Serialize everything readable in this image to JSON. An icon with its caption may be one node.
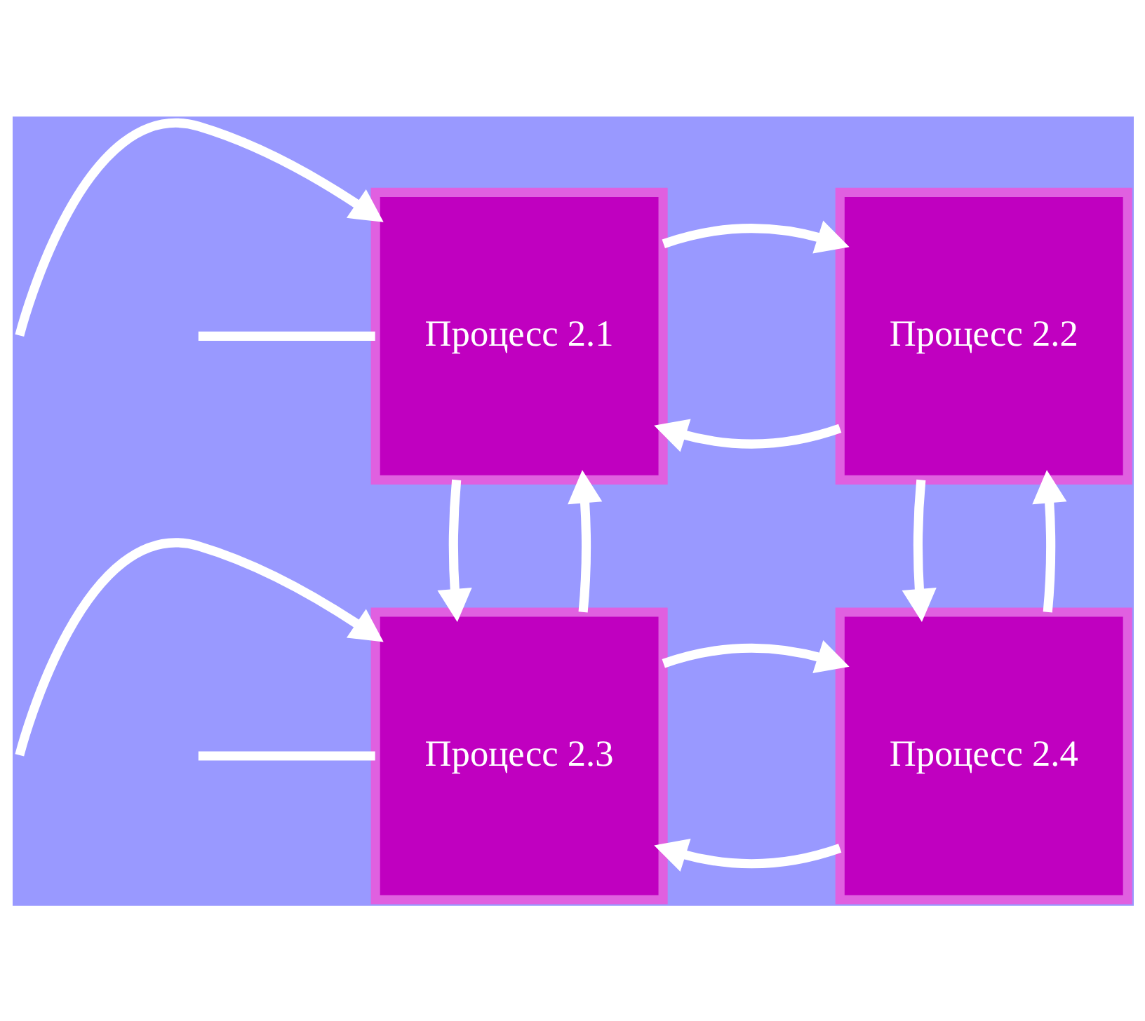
{
  "diagram": {
    "nodes": [
      {
        "text": [
          "Процесс 2.1"
        ]
      },
      {
        "text": [
          "Процесс 2.2"
        ]
      },
      {
        "text": [
          "Процесс 2.3"
        ]
      },
      {
        "text": [
          "Процесс 2.4"
        ]
      }
    ],
    "edges": [
      {
        "from": null,
        "to": 0,
        "arrow": "to"
      },
      {
        "from": 0,
        "to": null,
        "arrow": "none"
      },
      {
        "from": 1,
        "to": 0,
        "arrow": "to"
      },
      {
        "from": 0,
        "to": 1,
        "arrow": "to"
      },
      {
        "from": 2,
        "to": 0,
        "arrow": "to"
      },
      {
        "from": 0,
        "to": 2,
        "arrow": "to"
      },
      {
        "from": 3,
        "to": 1,
        "arrow": "to"
      },
      {
        "from": 1,
        "to": 3,
        "arrow": "to"
      },
      {
        "from": null,
        "to": 2,
        "arrow": "to"
      },
      {
        "from": 2,
        "to": null,
        "arrow": "none"
      },
      {
        "from": 3,
        "to": 2,
        "arrow": "to"
      },
      {
        "from": 2,
        "to": 3,
        "arrow": "to"
      }
    ]
  }
}
